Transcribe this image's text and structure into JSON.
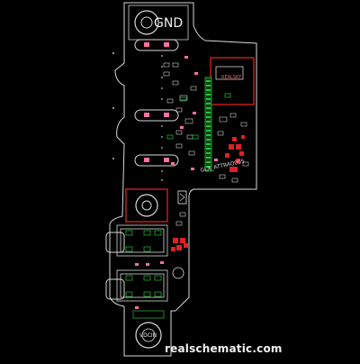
{
  "board": {
    "gnd_label": "GND",
    "part_label": "REALSKY",
    "vertical_label": "GLX_ATTRAO005",
    "pad_label": "VDCIN",
    "watermark": "realschematic.com"
  },
  "colors": {
    "background": "#000000",
    "outline": "#d9d9d9",
    "highlight": "#e02020",
    "trace": "#22c33a",
    "silkscreen": "#e8e8e8"
  }
}
